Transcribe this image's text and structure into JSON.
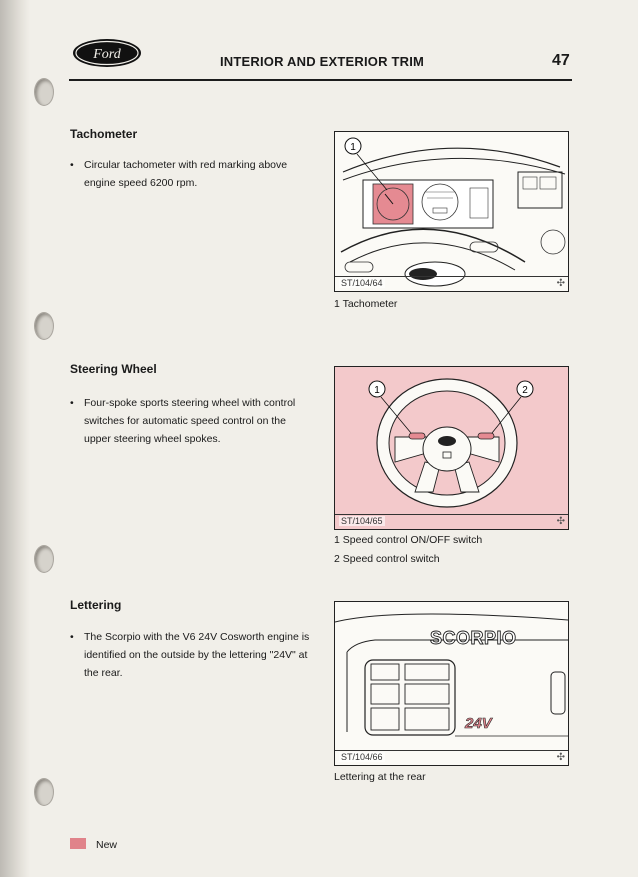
{
  "header": {
    "logo_text": "Ford",
    "title": "INTERIOR AND EXTERIOR TRIM",
    "page_number": "47"
  },
  "sections": [
    {
      "title": "Tachometer",
      "bullet": "Circular tachometer with red marking above engine speed 6200 rpm.",
      "figure_ref": "ST/104/64",
      "callouts": [
        "1"
      ],
      "captions": [
        "1  Tachometer"
      ]
    },
    {
      "title": "Steering Wheel",
      "bullet": "Four-spoke sports steering wheel with control switches for automatic speed control on the upper steering wheel spokes.",
      "figure_ref": "ST/104/65",
      "callouts": [
        "1",
        "2"
      ],
      "captions": [
        "1  Speed control ON/OFF switch",
        "2  Speed control switch"
      ]
    },
    {
      "title": "Lettering",
      "bullet": "The Scorpio with the V6 24V Cosworth engine is identified on the outside by the lettering \"24V\" at the rear.",
      "figure_ref": "ST/104/66",
      "badge_text": "SCORPIO",
      "badge_24v": "24V",
      "captions": [
        "Lettering at the rear"
      ]
    }
  ],
  "legend": {
    "label": "New",
    "color": "#e0838a"
  },
  "colors": {
    "highlight_pink": "#f3c9cb",
    "tacho_red": "#e58a92"
  }
}
